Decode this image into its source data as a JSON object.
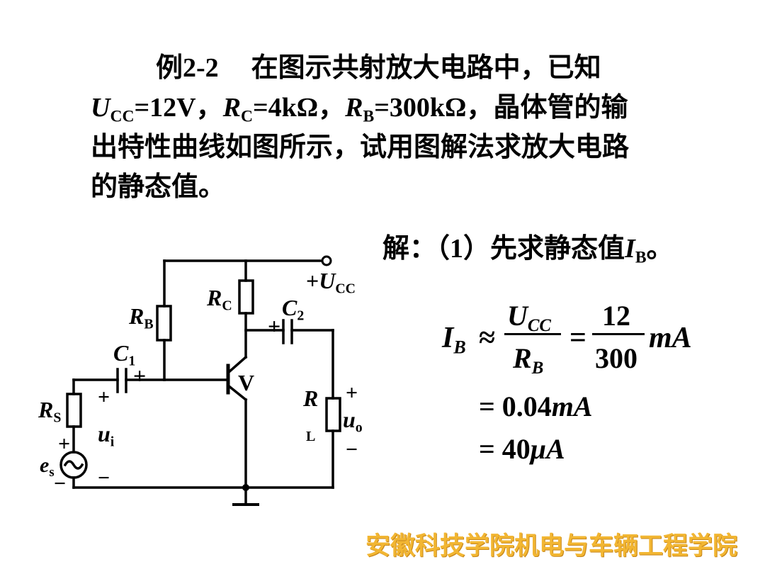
{
  "problem": {
    "line1_label": "例2-2",
    "line1_text": "在图示共射放大电路中，已知",
    "line2": {
      "ucc_sym": "U",
      "ucc_sub": "CC",
      "ucc_val": "=12V，",
      "rc_sym": "R",
      "rc_sub": "C",
      "rc_val": "=4kΩ，",
      "rb_sym": "R",
      "rb_sub": "B",
      "rb_val": "=300kΩ，",
      "tail": "晶体管的输"
    },
    "line3": "出特性曲线如图所示，试用图解法求放大电路",
    "line4": "的静态值。"
  },
  "circuit": {
    "vcc_plus": "+",
    "vcc_sym": "U",
    "vcc_sub": "CC",
    "rc_sym": "R",
    "rc_sub": "C",
    "rb_sym": "R",
    "rb_sub": "B",
    "c2_sym": "C",
    "c2_sub": "2",
    "c2_plus": "+",
    "c1_sym": "C",
    "c1_sub": "1",
    "c1_plus": "+",
    "transistor": "V",
    "rs_sym": "R",
    "rs_sub": "S",
    "rl_sym": "R",
    "rl_sub": "L",
    "uo_plus": "+",
    "uo_sym": "u",
    "uo_sub": "o",
    "uo_minus": "−",
    "ui_plus": "+",
    "ui_sym": "u",
    "ui_sub": "i",
    "ui_minus": "−",
    "es_plus": "+",
    "es_sym": "e",
    "es_sub": "s",
    "es_minus": "−"
  },
  "solution": {
    "step_prefix": "解：（1）先求静态值",
    "step_sym": "I",
    "step_sub": "B",
    "step_end": "。",
    "ib_sym": "I",
    "ib_sub": "B",
    "approx": "≈",
    "num_sym": "U",
    "num_sub": "CC",
    "den_sym": "R",
    "den_sub": "B",
    "equals": "=",
    "num2": "12",
    "den2": "300",
    "unit1": "mA",
    "line2_eq": "=",
    "line2_val": "0.04",
    "line2_unit": "mA",
    "line3_eq": "=",
    "line3_val": "40",
    "line3_mu": "μ",
    "line3_unit": "A"
  },
  "footer": "安徽科技学院机电与车辆工程学院"
}
